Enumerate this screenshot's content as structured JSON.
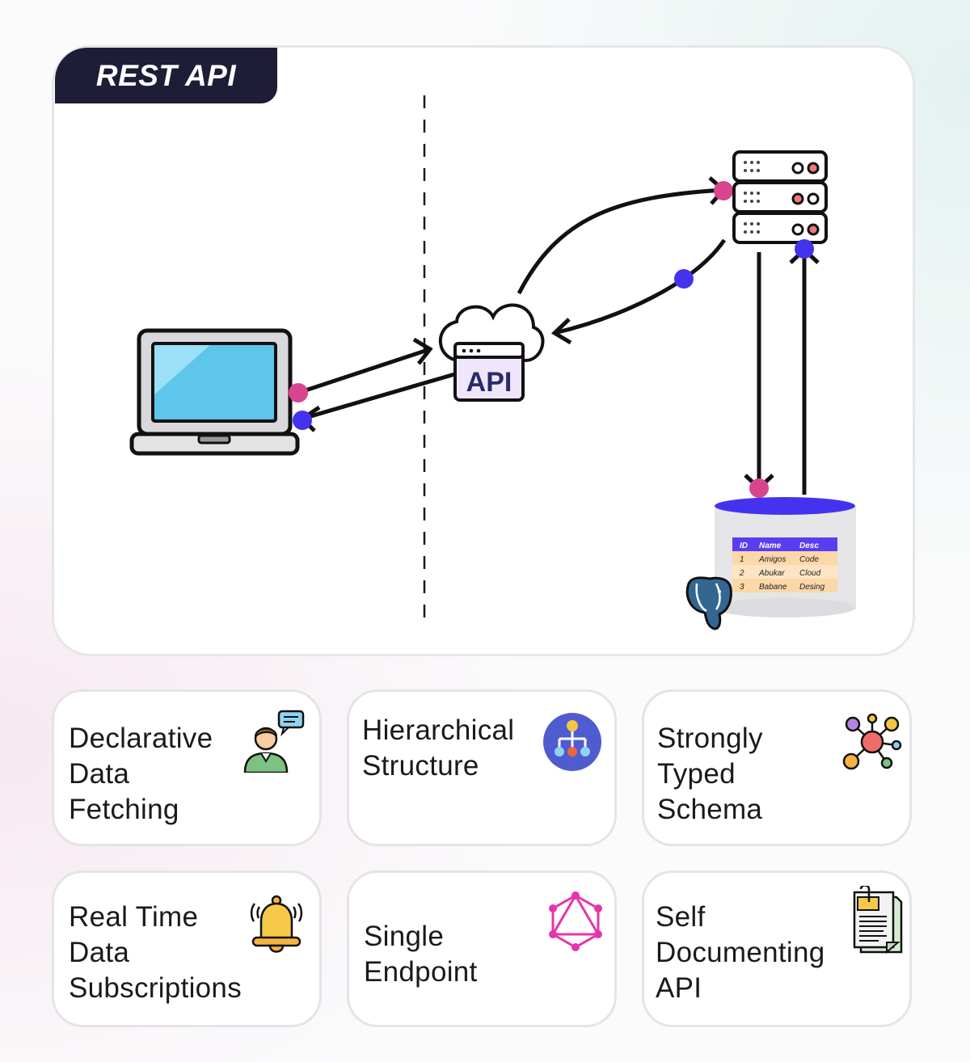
{
  "title": "REST API",
  "api_label": "API",
  "db_table": {
    "headers": [
      "ID",
      "Name",
      "Desc"
    ],
    "rows": [
      [
        "1",
        "Amigos",
        "Code"
      ],
      [
        "2",
        "Abukar",
        "Cloud"
      ],
      [
        "3",
        "Babane",
        "Desing"
      ]
    ]
  },
  "features": [
    {
      "label": "Declarative\nData\nFetching",
      "icon": "user-chat-icon"
    },
    {
      "label": "Hierarchical\nStructure",
      "icon": "hierarchy-icon"
    },
    {
      "label": "Strongly\nTyped\nSchema",
      "icon": "schema-nodes-icon"
    },
    {
      "label": "Real Time\nData\nSubscriptions",
      "icon": "bell-icon"
    },
    {
      "label": "Single\nEndpoint",
      "icon": "graphql-icon"
    },
    {
      "label": "Self\nDocumenting\nAPI",
      "icon": "documents-icon"
    }
  ],
  "colors": {
    "dark": "#1e1d38",
    "request_dot": "#d9448f",
    "response_dot": "#4433ee",
    "screen": "#5ec6ea",
    "db_top": "#4433ee",
    "table_header": "#5a3df0",
    "table_row": "#fcd7a8"
  }
}
